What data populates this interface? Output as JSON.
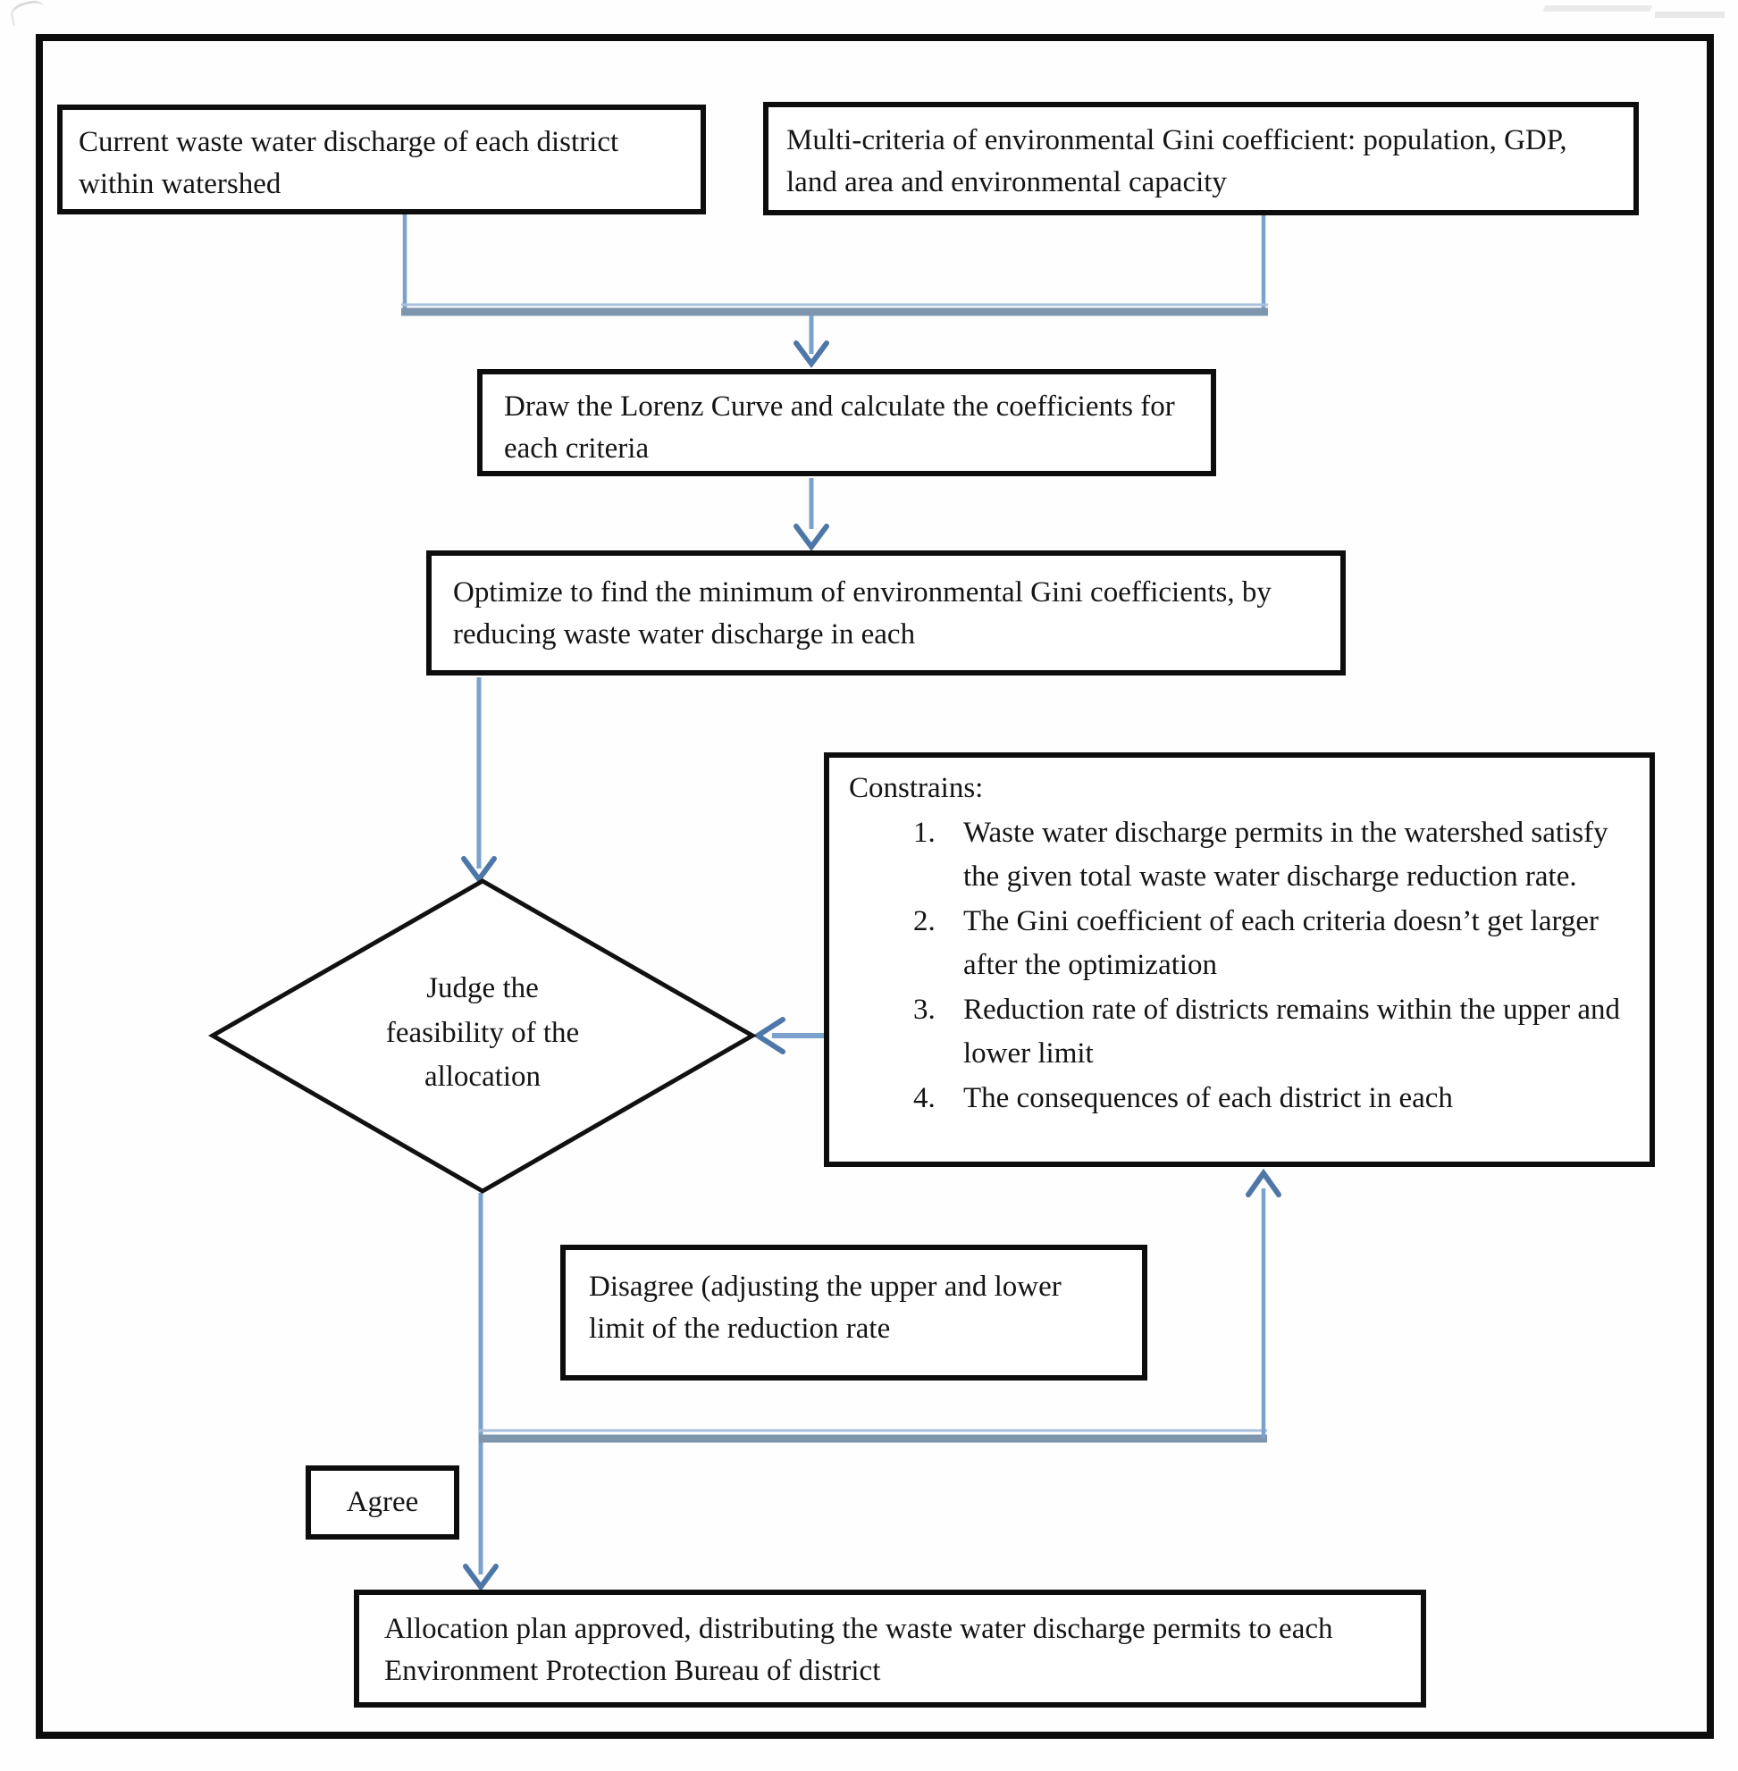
{
  "diagram": {
    "title": "Waste water discharge permit allocation flowchart",
    "colors": {
      "connector": "#7ba1cd",
      "connector_thick": "#7e96ad",
      "connector_light": "#a7c0dd",
      "arrowhead": "#4d77a8",
      "box_border": "#0d0d0d",
      "background": "#fefefe"
    },
    "nodes": {
      "current_discharge": {
        "label": "Current waste water discharge of each district within watershed"
      },
      "multi_criteria": {
        "label": "Multi-criteria of environmental Gini coefficient: population, GDP, land area and environmental capacity"
      },
      "lorenz_curve": {
        "label": "Draw the Lorenz Curve and calculate the coefficients for each criteria"
      },
      "optimize": {
        "label": "Optimize to find the minimum of environmental Gini coefficients, by reducing waste water discharge in each"
      },
      "judge": {
        "label": "Judge the feasibility of the allocation"
      },
      "constraints": {
        "title": "Constrains:",
        "numbers": [
          "1.",
          "2.",
          "3.",
          "4."
        ],
        "items": [
          "Waste water discharge permits in the watershed satisfy the given total waste water discharge reduction rate.",
          "The Gini coefficient of each criteria doesn’t get larger after the optimization",
          "Reduction rate of districts remains within the upper and lower limit",
          "The consequences of each district in each"
        ]
      },
      "disagree": {
        "label": "Disagree (adjusting the upper and lower limit of the reduction rate"
      },
      "agree": {
        "label": "Agree"
      },
      "approved": {
        "label": "Allocation plan approved, distributing the waste water discharge permits to each Environment Protection Bureau of district"
      }
    }
  }
}
